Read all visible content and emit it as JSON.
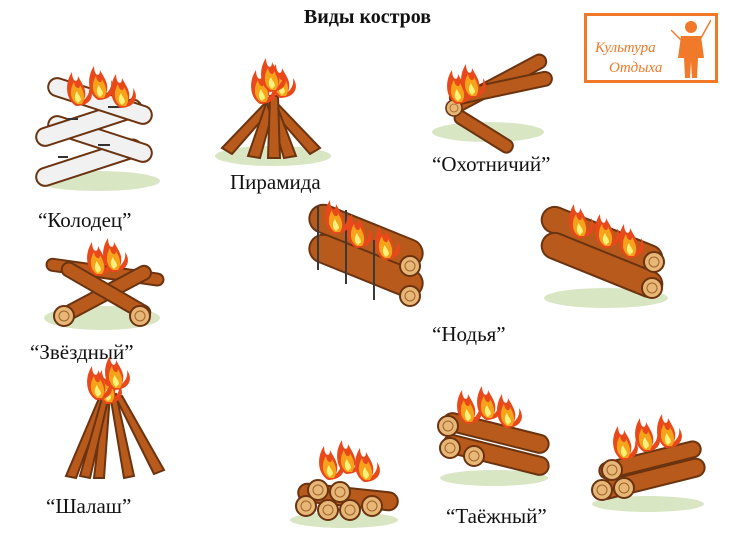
{
  "title": "Виды костров",
  "logo": {
    "line1": "Культура",
    "line2": "Отдыха",
    "icon": "angler-figure-icon",
    "color": "#f07a2a"
  },
  "fires": [
    {
      "key": "kolodets",
      "label": "“Колодец”",
      "icon": "well-campfire-icon"
    },
    {
      "key": "piramida",
      "label": "Пирамида",
      "icon": "pyramid-campfire-icon"
    },
    {
      "key": "okhotnichiy",
      "label": "“Охотничий”",
      "icon": "hunter-campfire-icon"
    },
    {
      "key": "zvezdny",
      "label": "“Звёздный”",
      "icon": "star-campfire-icon"
    },
    {
      "key": "nodya",
      "label": "“Нодья”",
      "icon": "nodya-campfire-icon"
    },
    {
      "key": "shalash",
      "label": "“Шалаш”",
      "icon": "teepee-campfire-icon"
    },
    {
      "key": "taezhny",
      "label": "“Таёжный”",
      "icon": "taiga-campfire-icon"
    }
  ],
  "unlabeled_fires": [
    {
      "key": "long-log",
      "icon": "long-log-campfire-icon"
    },
    {
      "key": "log-stack-small",
      "icon": "stacked-logs-campfire-icon"
    },
    {
      "key": "log-stack-right",
      "icon": "stacked-logs-campfire-icon"
    }
  ],
  "colors": {
    "wood": "#b85a1c",
    "wood_dark": "#6b3310",
    "log_end": "#e7b778",
    "birch": "#f1f1f1",
    "flame_outer": "#e8481a",
    "flame_mid": "#f7a21b",
    "flame_inner": "#fff17a",
    "shadow": "#d9e6c4"
  }
}
